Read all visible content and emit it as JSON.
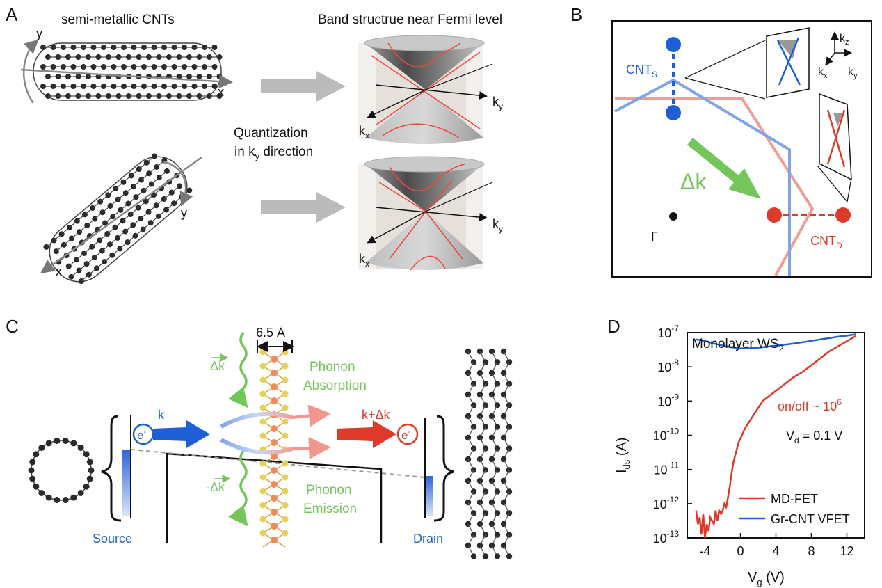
{
  "panels": {
    "a": {
      "label": "A",
      "title_left": "semi-metallic CNTs",
      "title_right": "Band structrue near Fermi level",
      "axis_x": "x",
      "axis_y": "y",
      "kx_main": "k",
      "kx_sub": "x",
      "ky_main": "k",
      "ky_sub": "y",
      "quant_line1": "Quantization",
      "quant_line2_pre": "in k",
      "quant_line2_sub": "y",
      "quant_line2_post": " direction"
    },
    "b": {
      "label": "B",
      "cnt_main": "CNT",
      "cnt_s_sub": "S",
      "cnt_d_sub": "D",
      "delta_k": "Δk",
      "gamma": "Γ",
      "kz_main": "k",
      "kz_sub": "z",
      "kx_main": "k",
      "kx_sub": "x",
      "ky_main": "k",
      "ky_sub": "y"
    },
    "c": {
      "label": "C",
      "spacing": "6.5 Å",
      "dk_plus": "Δk",
      "dk_minus": "-Δk",
      "absorption_1": "Phonon",
      "absorption_2": "Absorption",
      "emission_1": "Phonon",
      "emission_2": "Emission",
      "k_in": "k",
      "k_out": "k+Δk",
      "electron": "e",
      "electron_sup": "-",
      "source": "Source",
      "drain": "Drain"
    },
    "d": {
      "label": "D",
      "material_pre": "Monolayer WS",
      "material_sub": "2",
      "onoff_pre": "on/off ~ 10",
      "onoff_sup": "6",
      "vd_pre": "V",
      "vd_sub": "d",
      "vd_post": " = 0.1 V"
    }
  },
  "colors": {
    "blue": "#1f5fd6",
    "red": "#dd3a2a",
    "green": "#74c65b",
    "light_blue": "#7ea6e6",
    "light_red": "#ef9d97",
    "grey_arrow": "#bbbbbb"
  },
  "chart_data": {
    "type": "line",
    "xlabel": "V",
    "xlabel_sub": "g",
    "xlabel_unit": " (V)",
    "ylabel": "I",
    "ylabel_sub": "ds",
    "ylabel_unit": " (A)",
    "xlim": [
      -6,
      14
    ],
    "ylim_log10": [
      -13,
      -7
    ],
    "log_y": true,
    "x_ticks": [
      -4,
      0,
      4,
      8,
      12
    ],
    "y_tick_base": "10",
    "y_tick_exponents": [
      "-13",
      "-12",
      "-11",
      "-10",
      "-9",
      "-8",
      "-7"
    ],
    "legend_position": "bottom-right",
    "series": [
      {
        "name": "MD-FET",
        "color": "#dd3a2a",
        "x": [
          -5,
          -4.8,
          -4.6,
          -4.4,
          -4.2,
          -4.0,
          -3.8,
          -3.6,
          -3.4,
          -3.2,
          -3.0,
          -2.8,
          -2.6,
          -2.4,
          -2.2,
          -2.0,
          -1.8,
          -1.6,
          -1.4,
          -1.2,
          -1.0,
          -0.8,
          -0.6,
          -0.4,
          -0.2,
          0,
          0.5,
          1,
          1.5,
          2,
          2.5,
          3,
          3.5,
          4,
          5,
          6,
          7,
          8,
          9,
          10,
          11,
          12,
          13
        ],
        "log10_y": [
          -12.2,
          -12.6,
          -12.4,
          -12.9,
          -12.3,
          -13.0,
          -12.6,
          -12.8,
          -12.4,
          -12.5,
          -12.6,
          -12.2,
          -12.5,
          -12.2,
          -12.3,
          -12.2,
          -12.0,
          -12.1,
          -11.8,
          -11.5,
          -11.1,
          -10.8,
          -10.6,
          -10.4,
          -10.2,
          -10.1,
          -9.8,
          -9.6,
          -9.4,
          -9.2,
          -9.0,
          -8.9,
          -8.8,
          -8.7,
          -8.5,
          -8.3,
          -8.15,
          -7.95,
          -7.75,
          -7.55,
          -7.4,
          -7.25,
          -7.1
        ]
      },
      {
        "name": "Gr-CNT VFET",
        "color": "#1f5fd6",
        "x": [
          -5,
          -4,
          -3,
          -2,
          -1,
          0,
          1,
          2,
          3,
          4,
          5,
          6,
          7,
          8,
          9,
          10,
          11,
          12,
          13
        ],
        "log10_y": [
          -7.2,
          -7.25,
          -7.32,
          -7.38,
          -7.43,
          -7.46,
          -7.46,
          -7.44,
          -7.41,
          -7.38,
          -7.35,
          -7.32,
          -7.28,
          -7.24,
          -7.2,
          -7.16,
          -7.12,
          -7.09,
          -7.05
        ]
      }
    ]
  }
}
